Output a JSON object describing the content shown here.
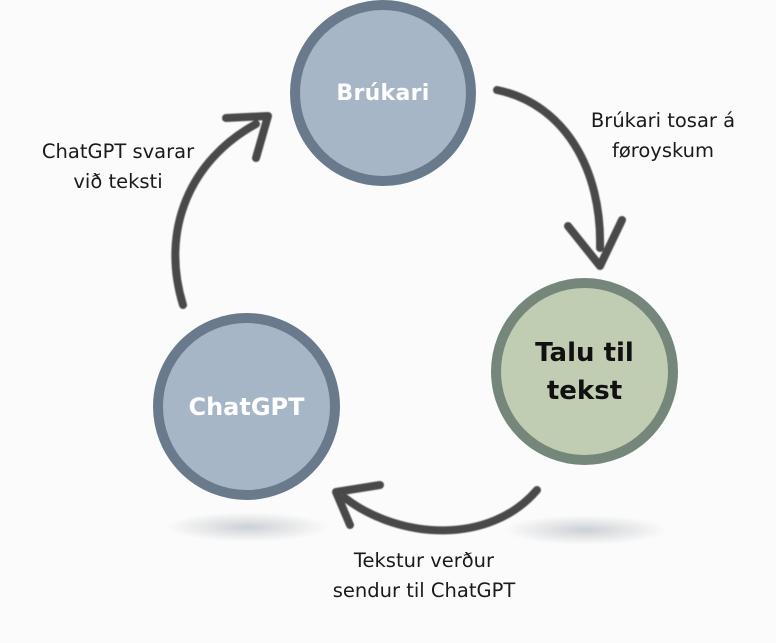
{
  "diagram": {
    "nodes": {
      "user": {
        "label": "Brúkari"
      },
      "speech_to_text": {
        "label_lines": [
          "Talu til",
          "tekst"
        ]
      },
      "chatgpt": {
        "label": "ChatGPT"
      }
    },
    "edges": {
      "user_to_stt": {
        "label_lines": [
          "Brúkari tosar á",
          "føroyskum"
        ]
      },
      "stt_to_chatgpt": {
        "label_lines": [
          "Tekstur verður",
          "sendur til ChatGPT"
        ]
      },
      "chatgpt_to_user": {
        "label_lines": [
          "ChatGPT svarar",
          "við teksti"
        ]
      }
    },
    "colors": {
      "blue_node_fill": "#a7b6c6",
      "blue_node_border": "#697a8c",
      "green_node_fill": "#c0cdb2",
      "green_node_border": "#75877a",
      "arrow": "#4a4a4a"
    }
  }
}
